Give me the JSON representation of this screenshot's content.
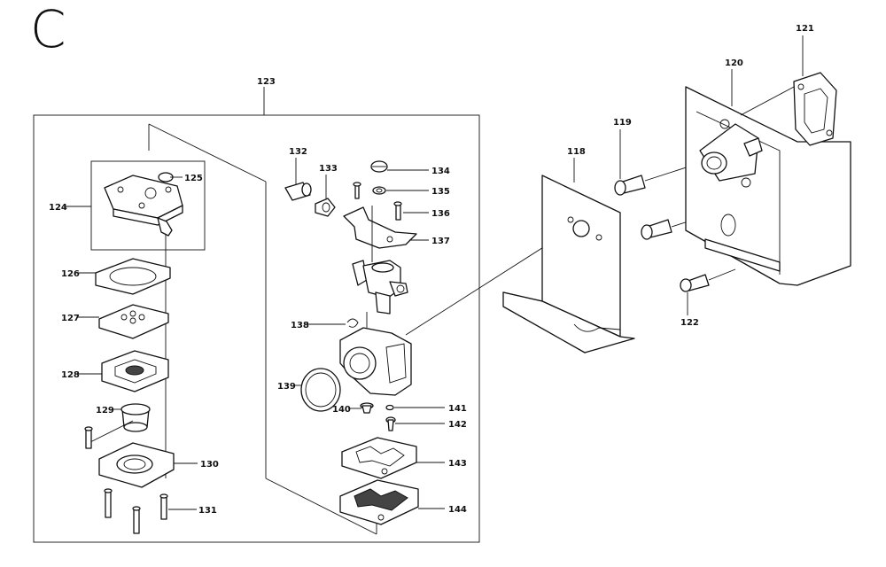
{
  "section_letter": "C",
  "callouts": {
    "p118": "118",
    "p119": "119",
    "p120": "120",
    "p121": "121",
    "p122": "122",
    "p123": "123",
    "p124": "124",
    "p125": "125",
    "p126": "126",
    "p127": "127",
    "p128": "128",
    "p129": "129",
    "p130": "130",
    "p131": "131",
    "p132": "132",
    "p133": "133",
    "p134": "134",
    "p135": "135",
    "p136": "136",
    "p137": "137",
    "p138": "138",
    "p139": "139",
    "p140": "140",
    "p141": "141",
    "p142": "142",
    "p143": "143",
    "p144": "144"
  }
}
